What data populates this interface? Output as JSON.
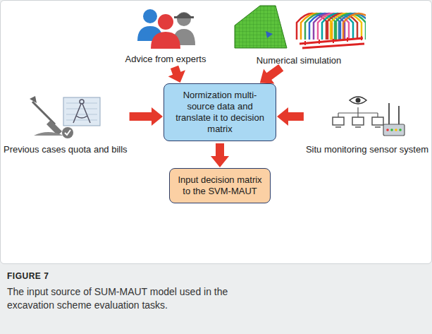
{
  "diagram": {
    "title": "FIGURE 7",
    "caption": "The input source of SUM-MAUT model used in the excavation scheme evaluation tasks.",
    "nodes": [
      {
        "text": [
          "Advice from experts"
        ]
      },
      {
        "text": [
          "Numerical simulation"
        ]
      },
      {
        "text": [
          "Previous cases quota and bills"
        ]
      },
      {
        "text": [
          "Normization multi-source data and translate it to decision matrix"
        ]
      },
      {
        "text": [
          "Situ monitoring sensor system"
        ]
      },
      {
        "text": [
          "Input decision matrix to the SVM-MAUT"
        ]
      }
    ],
    "edges": [
      {
        "from": 0,
        "to": 3,
        "arrow": "to"
      },
      {
        "from": 1,
        "to": 3,
        "arrow": "to"
      },
      {
        "from": 2,
        "to": 3,
        "arrow": "to"
      },
      {
        "from": 4,
        "to": 3,
        "arrow": "to"
      },
      {
        "from": 3,
        "to": 5,
        "arrow": "to"
      }
    ]
  }
}
